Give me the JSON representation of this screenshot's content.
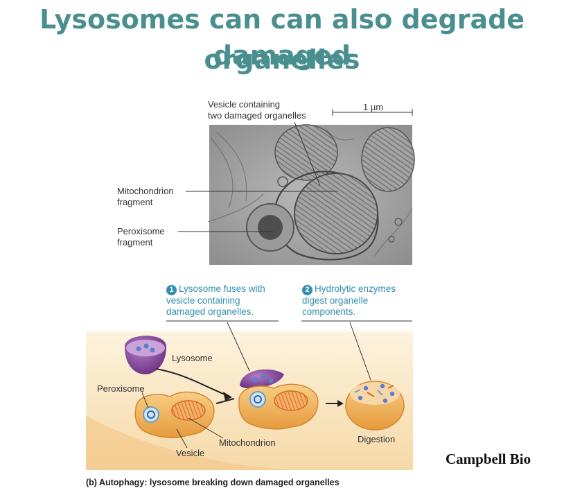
{
  "title": {
    "line1": "Lysosomes can can also degrade damaged",
    "line2": "organelles"
  },
  "micrograph": {
    "scale_bar": "1 µm",
    "label_vesicle": "Vesicle containing\ntwo damaged organelles",
    "label_mitochondrion": "Mitochondrion\nfragment",
    "label_peroxisome": "Peroxisome\nfragment"
  },
  "steps": [
    {
      "number": "1",
      "text": "Lysosome fuses with\nvesicle containing\ndamaged organelles."
    },
    {
      "number": "2",
      "text": "Hydrolytic enzymes\ndigest organelle\ncomponents."
    }
  ],
  "diagram": {
    "lysosome": "Lysosome",
    "peroxisome": "Peroxisome",
    "mitochondrion": "Mitochondrion",
    "vesicle": "Vesicle",
    "digestion": "Digestion"
  },
  "credit": "Campbell Bio",
  "caption": "(b) Autophagy: lysosome breaking down damaged organelles",
  "colors": {
    "title": "#4a8f8f",
    "step_text": "#2f8fb3",
    "lysosome": "#7a3f8c",
    "vesicle": "#f2b45a",
    "background_panel": "#fbe8c8"
  }
}
